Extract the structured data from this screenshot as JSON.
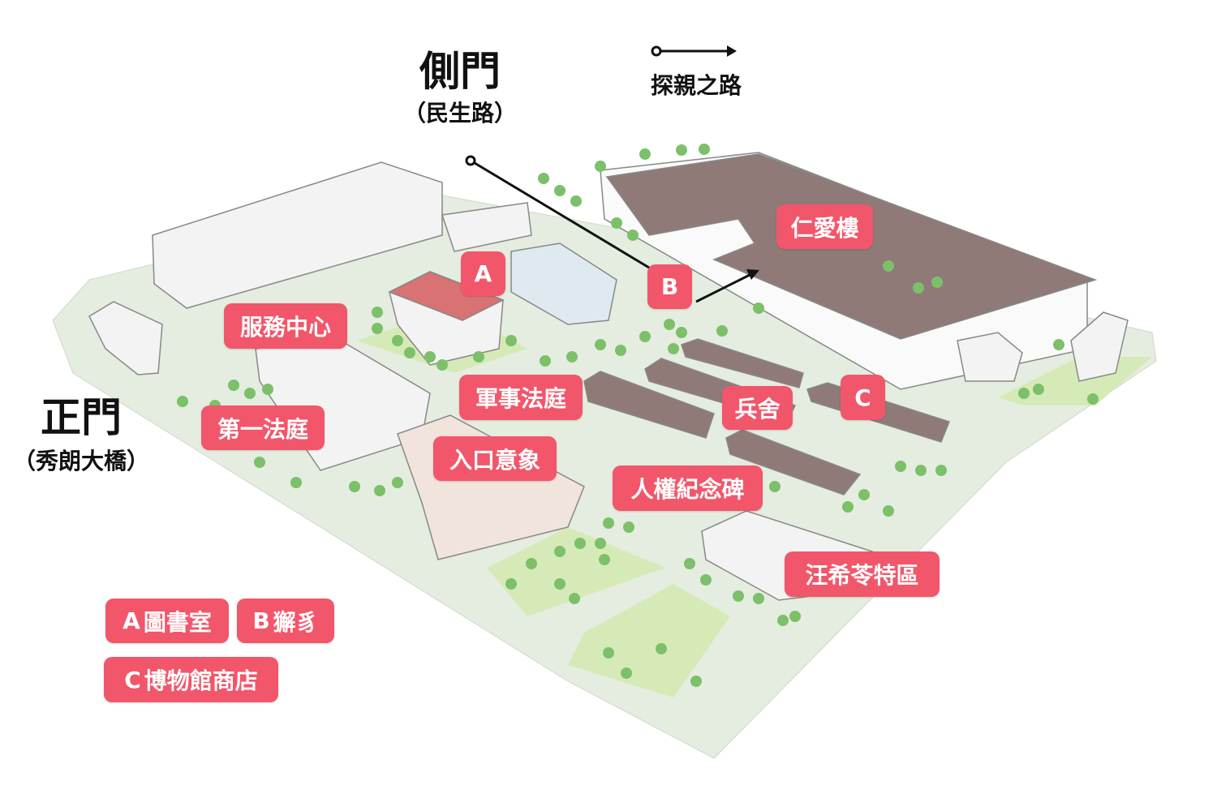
{
  "gates": {
    "side_gate": "側門",
    "side_gate_road": "（民生路）",
    "main_gate": "正門",
    "main_gate_road": "（秀朗大橋）"
  },
  "route_legend": {
    "label": "探親之路"
  },
  "places": {
    "a": "A",
    "b": "B",
    "c": "C",
    "service_center": "服務中心",
    "renai_building": "仁愛樓",
    "military_court": "軍事法庭",
    "barracks": "兵舍",
    "first_court": "第一法庭",
    "entrance_image": "入口意象",
    "human_rights_monument": "人權紀念碑",
    "wang_xiling_zone": "汪希苓特區"
  },
  "legend": [
    {
      "letter": "A",
      "name": "圖書室"
    },
    {
      "letter": "B",
      "name": "獬豸"
    },
    {
      "letter": "C",
      "name": "博物館商店"
    }
  ],
  "colors": {
    "label": "#f2566a",
    "ground": "#e4ede0",
    "grass": "#d6eab8",
    "tree": "#7cc06a",
    "roof": "#8f7a78"
  }
}
